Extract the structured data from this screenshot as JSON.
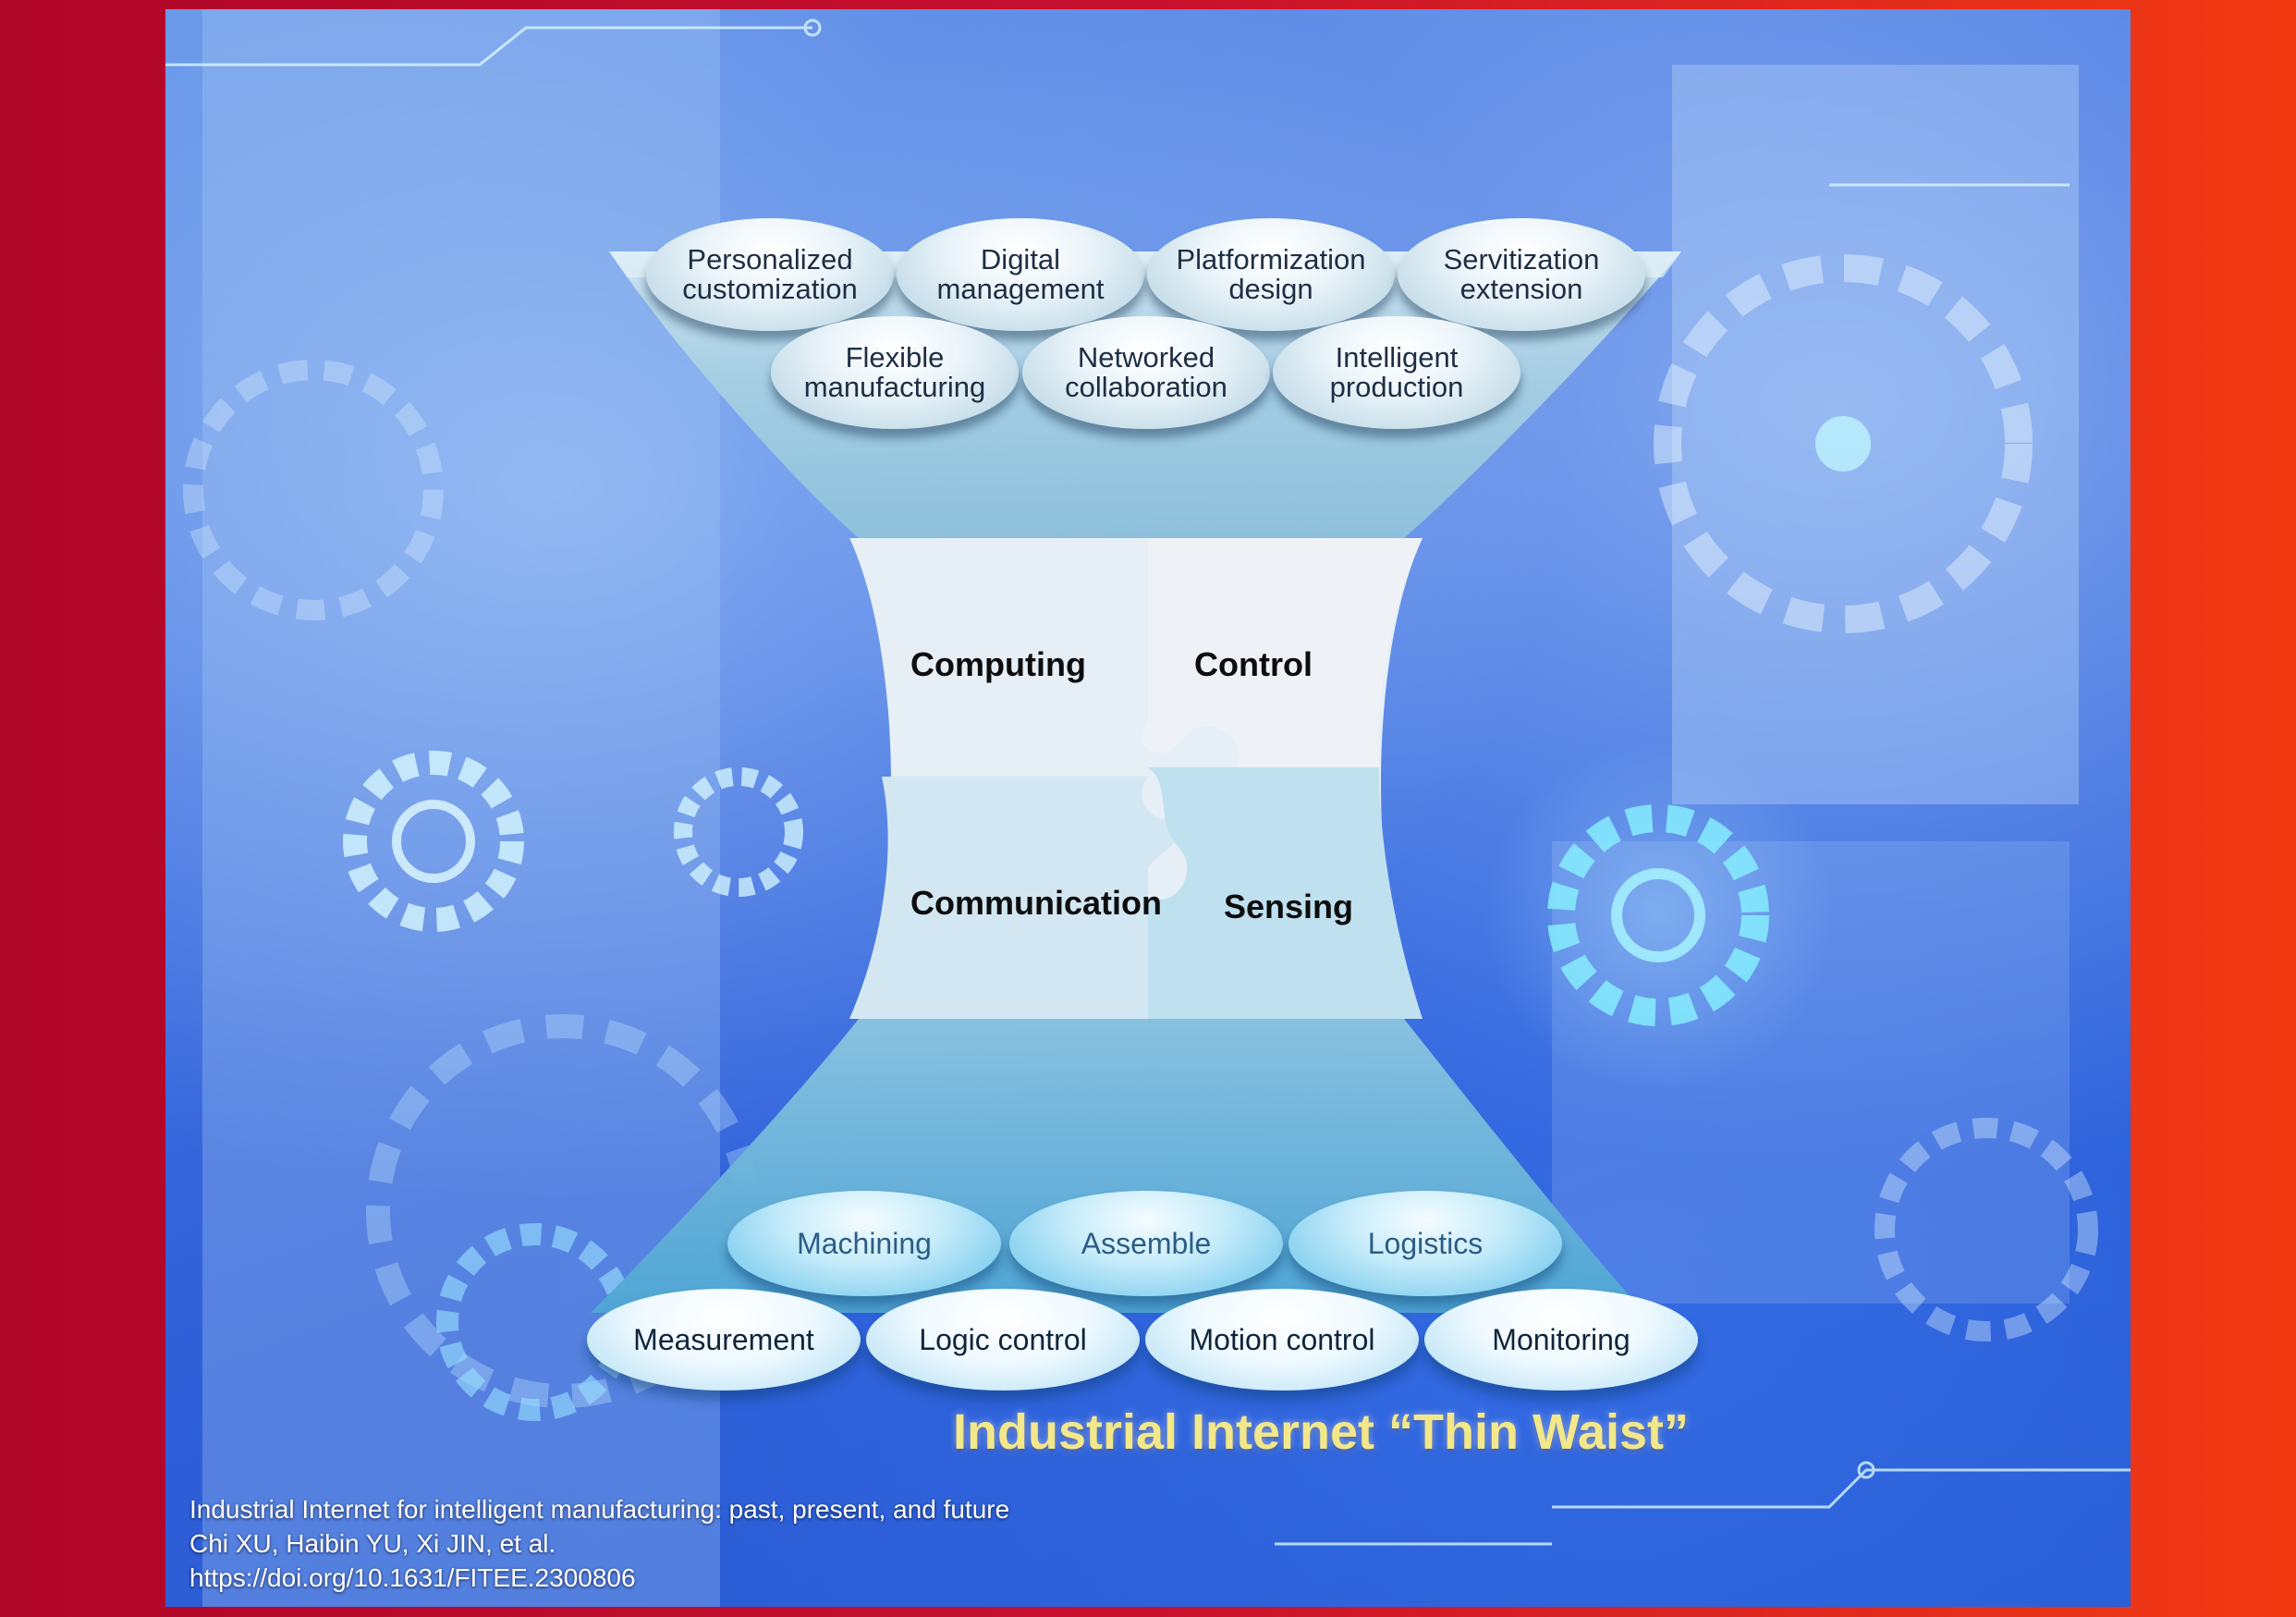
{
  "top_layer": [
    {
      "line1": "Personalized",
      "line2": "customization"
    },
    {
      "line1": "Digital",
      "line2": "management"
    },
    {
      "line1": "Platformization",
      "line2": "design"
    },
    {
      "line1": "Servitization",
      "line2": "extension"
    },
    {
      "line1": "Flexible",
      "line2": "manufacturing"
    },
    {
      "line1": "Networked",
      "line2": "collaboration"
    },
    {
      "line1": "Intelligent",
      "line2": "production"
    }
  ],
  "waist": {
    "computing": "Computing",
    "control": "Control",
    "communication": "Communication",
    "sensing": "Sensing"
  },
  "bottom_layer": {
    "row1": [
      "Machining",
      "Assemble",
      "Logistics"
    ],
    "row2": [
      "Measurement",
      "Logic control",
      "Motion control",
      "Monitoring"
    ]
  },
  "title": "Industrial Internet “Thin Waist”",
  "citation": {
    "line1": "Industrial Internet for intelligent manufacturing: past, present, and future",
    "line2": "Chi XU, Haibin YU, Xi JIN, et al.",
    "line3": "https://doi.org/10.1631/FITEE.2300806"
  },
  "colors": {
    "border_left": "#b0062a",
    "border_right": "#f23a12",
    "panel_blue": "#3f6ee0",
    "title_yellow": "#f2e88a"
  }
}
